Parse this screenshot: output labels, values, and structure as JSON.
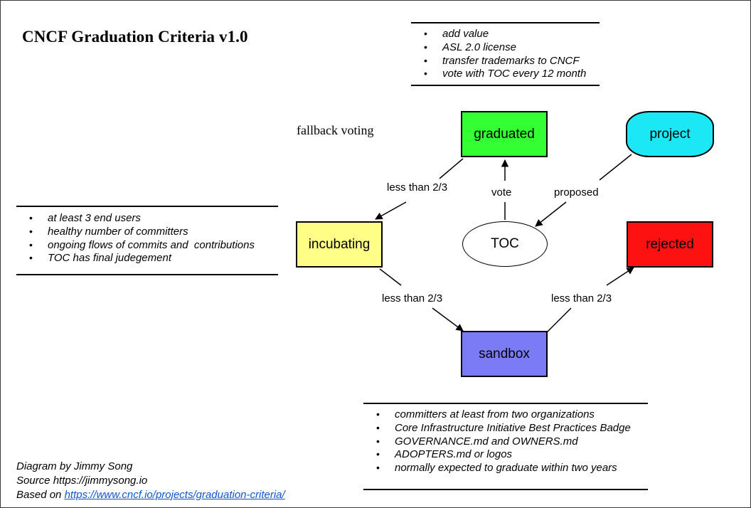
{
  "title": "CNCF Graduation Criteria v1.0",
  "notes": {
    "top": [
      "add value",
      "ASL 2.0 license",
      "transfer trademarks to CNCF",
      "vote with TOC every 12 month"
    ],
    "left": [
      "at least 3 end users",
      "healthy number of committers",
      "ongoing flows of commits and  contributions",
      "TOC has final judegement"
    ],
    "bottom": [
      "committers at least from two organizations",
      "Core Infrastructure Initiative Best Practices Badge",
      "GOVERNANCE.md and OWNERS.md",
      "ADOPTERS.md or logos",
      "normally expected to graduate within two years"
    ]
  },
  "nodes": {
    "graduated": {
      "label": "graduated",
      "color": "#33ff33",
      "shape": "rect"
    },
    "project": {
      "label": "project",
      "color": "#1ce8f5",
      "shape": "rounded-rect"
    },
    "incubating": {
      "label": "incubating",
      "color": "#ffff88",
      "shape": "rect"
    },
    "rejected": {
      "label": "rejected",
      "color": "#fe1111",
      "shape": "rect"
    },
    "sandbox": {
      "label": "sandbox",
      "color": "#7b7bf5",
      "shape": "rect"
    },
    "toc": {
      "label": "TOC",
      "color": "#ffffff",
      "shape": "ellipse"
    }
  },
  "edge_labels": {
    "fallback_voting": "fallback voting",
    "graduated_to_incubating": "less than 2/3",
    "toc_to_graduated": "vote",
    "project_to_toc": "proposed",
    "incubating_to_sandbox": "less than 2/3",
    "sandbox_to_rejected": "less than 2/3"
  },
  "footer": {
    "line1": "Diagram by Jimmy Song",
    "line2": "Source https://jimmysong.io",
    "line3_prefix": "Based on ",
    "line3_link": "https://www.cncf.io/projects/graduation-criteria/",
    "link_color": "#1155cc"
  }
}
